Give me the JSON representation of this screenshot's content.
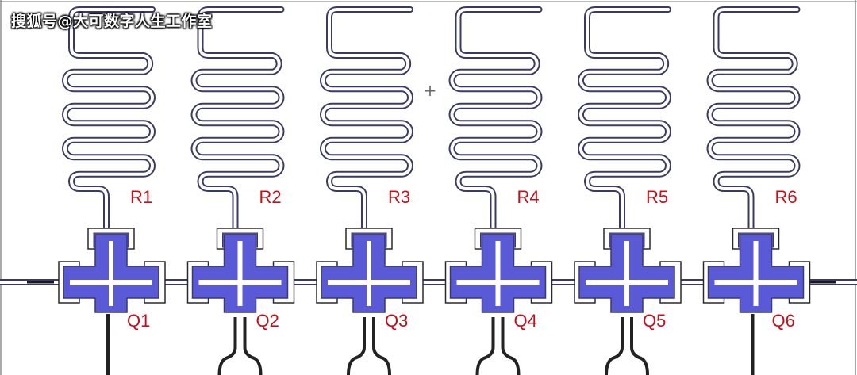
{
  "watermark": "搜狐号@大可数字人生工作室",
  "colors": {
    "label": "#c0111b",
    "qubit_fill": "#5a5ad6",
    "wire": "#3a3a66",
    "pad_outline": "#2a2a2a",
    "background": "#ffffff"
  },
  "center_mark": "+",
  "cells": [
    {
      "resonator": "R1",
      "qubit": "Q1"
    },
    {
      "resonator": "R2",
      "qubit": "Q2"
    },
    {
      "resonator": "R3",
      "qubit": "Q3"
    },
    {
      "resonator": "R4",
      "qubit": "Q4"
    },
    {
      "resonator": "R5",
      "qubit": "Q5"
    },
    {
      "resonator": "R6",
      "qubit": "Q6"
    }
  ]
}
